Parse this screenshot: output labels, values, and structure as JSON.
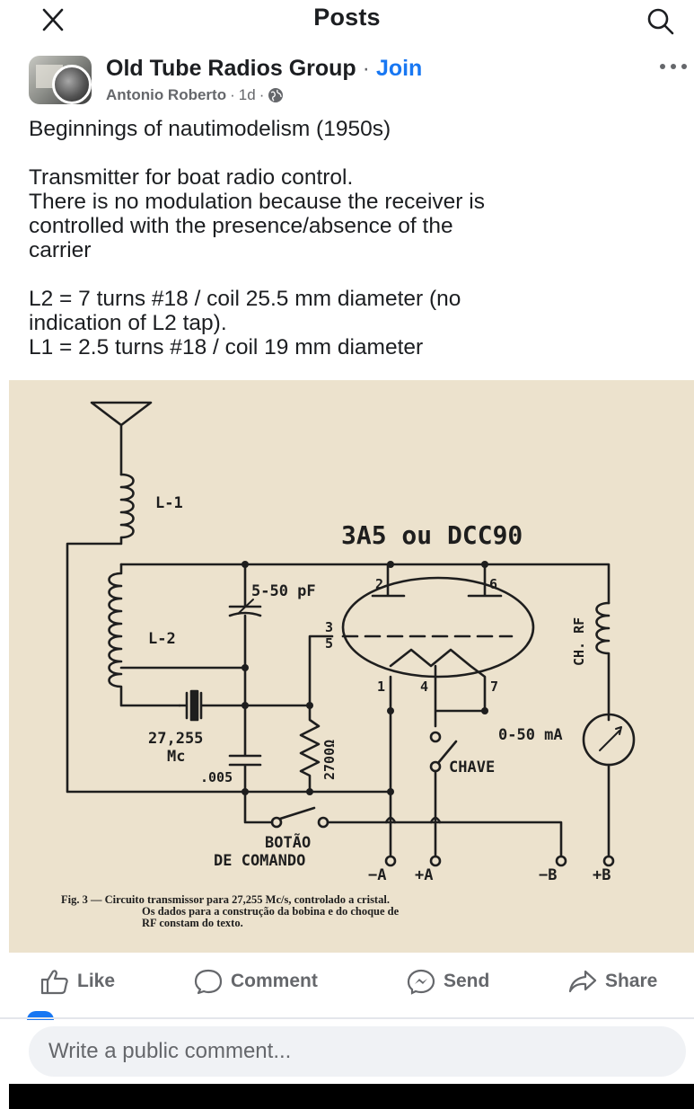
{
  "header": {
    "title": "Posts",
    "close_icon": "close-icon",
    "search_icon": "search-icon"
  },
  "post": {
    "group_name": "Old Tube Radios Group",
    "separator": "·",
    "join_label": "Join",
    "author": "Antonio Roberto",
    "time": "1d",
    "privacy_icon": "globe-icon",
    "more_icon": "more-dots-icon",
    "text": {
      "line1": "Beginnings of nautimodelism (1950s)",
      "line2": "Transmitter for boat radio control.",
      "line3": "There is no modulation because the receiver is",
      "line4": "controlled with the presence/absence of the",
      "line5": "carrier",
      "line6": "L2 = 7 turns #18 / coil 25.5 mm diameter (no",
      "line7": "indication of L2 tap).",
      "line8": "L1 = 2.5 turns #18 / coil 19 mm diameter"
    }
  },
  "schematic": {
    "tube_label": "3A5 ou DCC90",
    "l1": "L-1",
    "l2": "L-2",
    "cap_var": "5-50 pF",
    "crystal_freq": "27,255",
    "crystal_unit": "Mc",
    "cap_fixed": ".005",
    "resistor": "2700Ω",
    "choke": "CH. RF",
    "meter": "0-50 mA",
    "switch": "CHAVE",
    "button_l1": "BOTÃO",
    "button_l2": "DE COMANDO",
    "pins": [
      "2",
      "6",
      "3",
      "5",
      "1",
      "4",
      "7"
    ],
    "terminals": [
      "−A",
      "+A",
      "−B",
      "+B"
    ],
    "caption_l1": "Fig. 3 — Circuito transmissor para 27,255 Mc/s, controlado a cristal.",
    "caption_l2": "Os dados para a construção da bobina e do choque de",
    "caption_l3": "RF constam do texto."
  },
  "actions": {
    "like": "Like",
    "comment": "Comment",
    "send": "Send",
    "share": "Share"
  },
  "comment_input": {
    "placeholder": "Write a public comment..."
  }
}
